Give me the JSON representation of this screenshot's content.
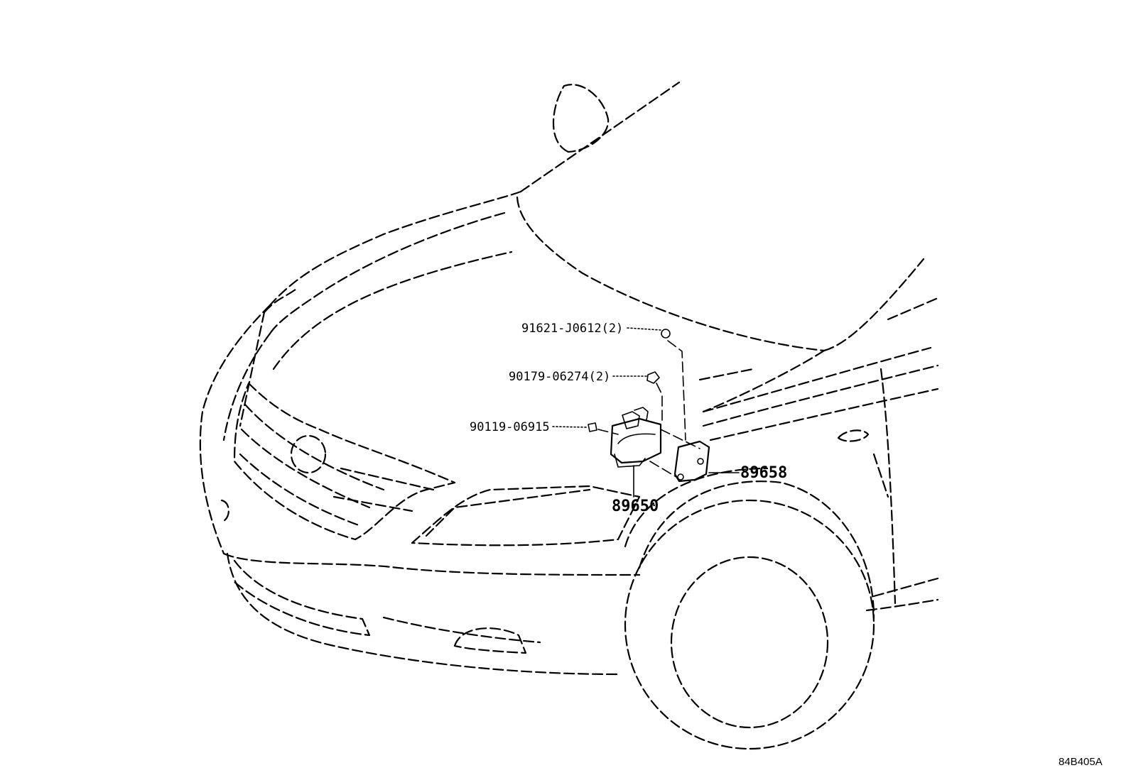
{
  "callouts": {
    "nut": "91621-J0612(2)",
    "bolt": "90179-06274(2)",
    "screw": "90119-06915",
    "sensor": "89650",
    "bracket": "89658"
  },
  "figure_code": "84B405A"
}
